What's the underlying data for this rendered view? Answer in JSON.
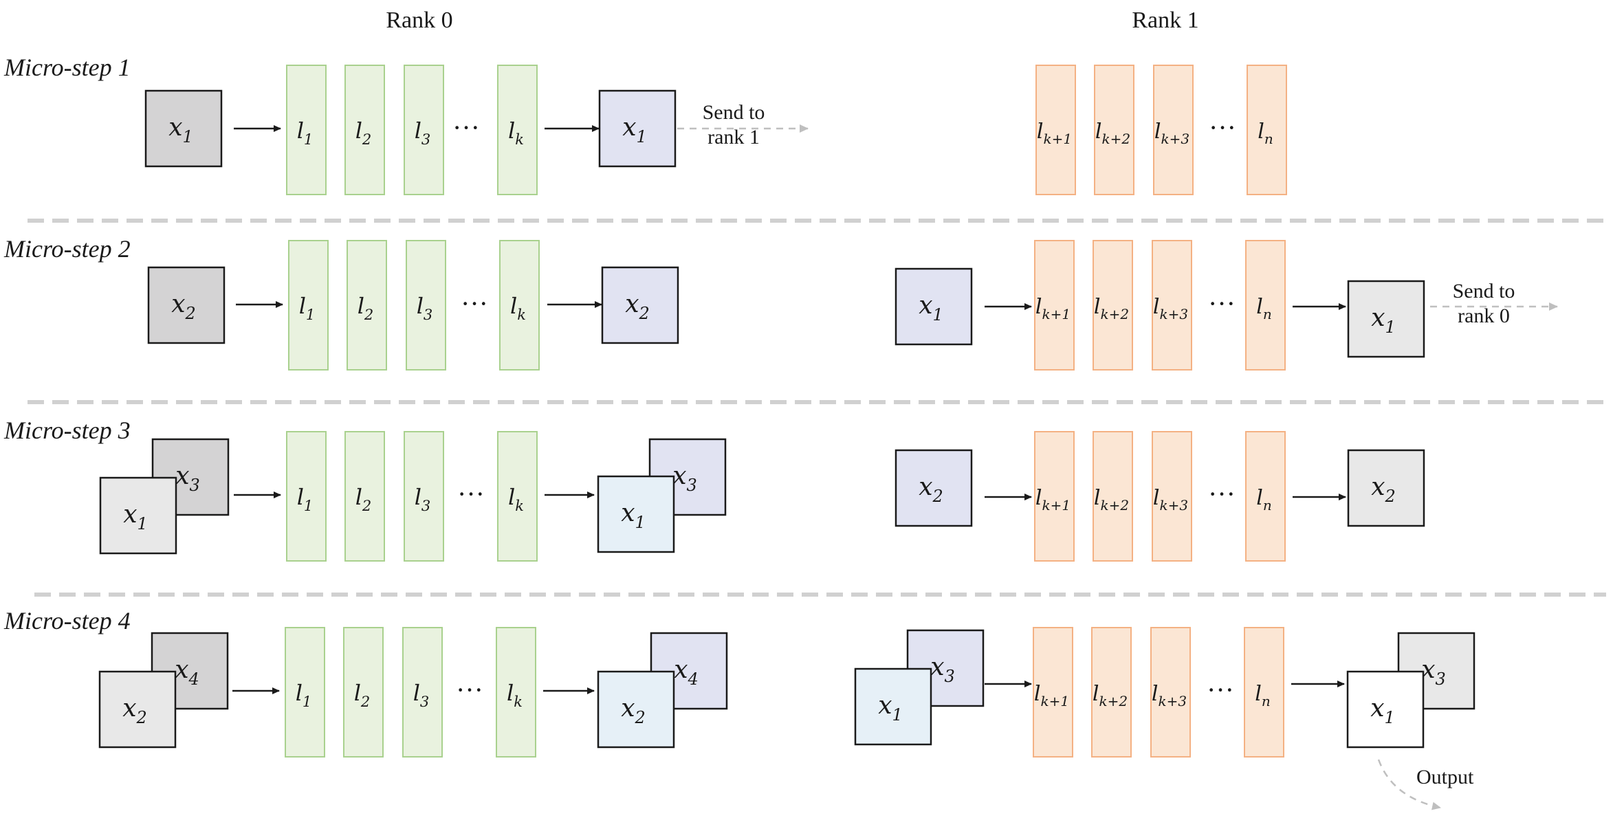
{
  "headers": {
    "rank0": "Rank 0",
    "rank1": "Rank 1"
  },
  "colors": {
    "gray_dark": "#d4d3d4",
    "gray_light": "#e8e8e8",
    "lavender": "#e1e3f2",
    "light_blue": "#e6f0f7",
    "white": "#ffffff",
    "green_fill": "#e9f2df",
    "green_stroke": "#a9d18e",
    "orange_fill": "#fbe6d4",
    "orange_stroke": "#f4b183",
    "dash_gray": "#bfbfbf",
    "ink": "#1a1a1a"
  },
  "rank0_layers": [
    {
      "base": "l",
      "sub": "1"
    },
    {
      "base": "l",
      "sub": "2"
    },
    {
      "base": "l",
      "sub": "3"
    },
    {
      "base": "l",
      "sub": "k"
    }
  ],
  "rank1_layers": [
    {
      "base": "l",
      "sub": "k+1"
    },
    {
      "base": "l",
      "sub": "k+2"
    },
    {
      "base": "l",
      "sub": "k+3"
    },
    {
      "base": "l",
      "sub": "n"
    }
  ],
  "ellipsis": "···",
  "steps": [
    {
      "label": "Micro-step 1",
      "r0_in": [
        {
          "sub": "1",
          "fill": "gray_dark"
        }
      ],
      "r0_out": [
        {
          "sub": "1",
          "fill": "lavender"
        }
      ],
      "r0_send": [
        "Send to",
        "rank 1"
      ],
      "r1_in": [],
      "r1_out": [],
      "r1_send": []
    },
    {
      "label": "Micro-step 2",
      "r0_in": [
        {
          "sub": "2",
          "fill": "gray_dark"
        }
      ],
      "r0_out": [
        {
          "sub": "2",
          "fill": "lavender"
        }
      ],
      "r0_send": [],
      "r1_in": [
        {
          "sub": "1",
          "fill": "lavender"
        }
      ],
      "r1_out": [
        {
          "sub": "1",
          "fill": "gray_light"
        }
      ],
      "r1_send": [
        "Send to",
        "rank 0"
      ]
    },
    {
      "label": "Micro-step 3",
      "r0_in": [
        {
          "sub": "3",
          "fill": "gray_dark"
        },
        {
          "sub": "1",
          "fill": "gray_light"
        }
      ],
      "r0_out": [
        {
          "sub": "3",
          "fill": "lavender"
        },
        {
          "sub": "1",
          "fill": "light_blue"
        }
      ],
      "r0_send": [],
      "r1_in": [
        {
          "sub": "2",
          "fill": "lavender"
        }
      ],
      "r1_out": [
        {
          "sub": "2",
          "fill": "gray_light"
        }
      ],
      "r1_send": []
    },
    {
      "label": "Micro-step 4",
      "r0_in": [
        {
          "sub": "4",
          "fill": "gray_dark"
        },
        {
          "sub": "2",
          "fill": "gray_light"
        }
      ],
      "r0_out": [
        {
          "sub": "4",
          "fill": "lavender"
        },
        {
          "sub": "2",
          "fill": "light_blue"
        }
      ],
      "r0_send": [],
      "r1_in": [
        {
          "sub": "3",
          "fill": "lavender"
        },
        {
          "sub": "1",
          "fill": "light_blue"
        }
      ],
      "r1_out": [
        {
          "sub": "3",
          "fill": "gray_light"
        },
        {
          "sub": "1",
          "fill": "white"
        }
      ],
      "r1_send": [],
      "output_label": "Output"
    }
  ]
}
